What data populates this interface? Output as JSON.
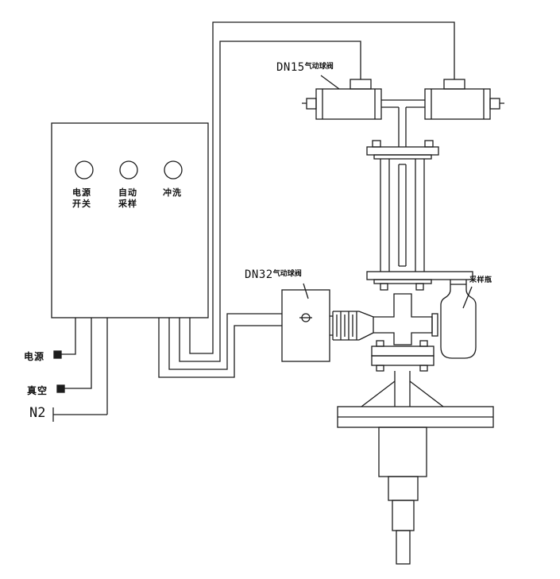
{
  "control_panel": {
    "buttons": [
      {
        "label": "电源\n开关"
      },
      {
        "label": "自动\n采样"
      },
      {
        "label": "冲洗"
      }
    ]
  },
  "terminals": [
    {
      "label": "电源"
    },
    {
      "label": "真空"
    },
    {
      "label": "N2"
    }
  ],
  "annotations": {
    "dn15_code": "DN15",
    "dn15_suffix": "气动球阀",
    "dn32_code": "DN32",
    "dn32_suffix": "气动球阀",
    "sample_bottle": "采样瓶"
  },
  "colors": {
    "line": "#1c1c1c",
    "background": "#ffffff"
  }
}
